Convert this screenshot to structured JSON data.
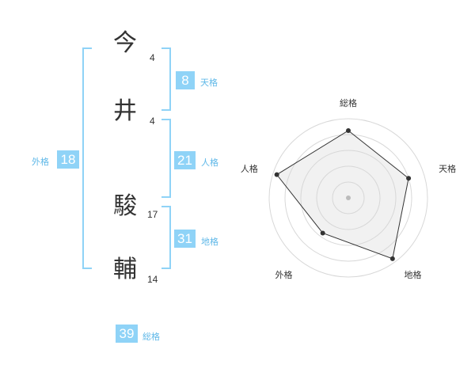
{
  "name_chars": [
    {
      "char": "今",
      "strokes": "4"
    },
    {
      "char": "井",
      "strokes": "4"
    },
    {
      "char": "駿",
      "strokes": "17"
    },
    {
      "char": "輔",
      "strokes": "14"
    }
  ],
  "fortunes": {
    "tenkaku": {
      "value": "8",
      "label": "天格"
    },
    "jinkaku": {
      "value": "21",
      "label": "人格"
    },
    "chikaku": {
      "value": "31",
      "label": "地格"
    },
    "gaikaku": {
      "value": "18",
      "label": "外格"
    },
    "soukaku": {
      "value": "39",
      "label": "総格"
    }
  },
  "colors": {
    "accent": "#8fd3f7",
    "label": "#5fb8e8",
    "text": "#333333"
  },
  "chart_data": {
    "type": "radar",
    "axes": [
      "総格",
      "天格",
      "地格",
      "外格",
      "人格"
    ],
    "values": [
      0.85,
      0.8,
      0.95,
      0.55,
      0.95
    ],
    "range": [
      0,
      1
    ],
    "rings": 5
  }
}
